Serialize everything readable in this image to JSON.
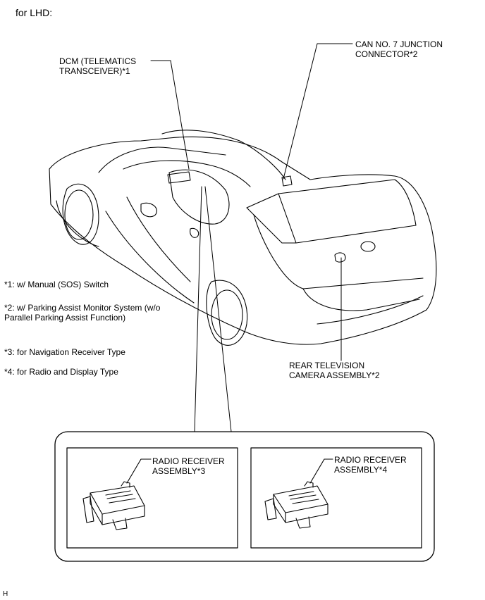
{
  "header": {
    "title": "for LHD:"
  },
  "callouts": {
    "dcm": "DCM (TELEMATICS\nTRANSCEIVER)*1",
    "can_connector": "CAN NO. 7 JUNCTION\nCONNECTOR*2",
    "rear_camera": "REAR TELEVISION\nCAMERA ASSEMBLY*2",
    "radio_nav": "RADIO RECEIVER\nASSEMBLY*3",
    "radio_display": "RADIO RECEIVER\nASSEMBLY*4"
  },
  "notes": [
    "*1: w/ Manual (SOS) Switch",
    "*2: w/ Parking Assist Monitor System (w/o\nParallel Parking Assist Function)",
    "*3: for Navigation Receiver Type",
    "*4: for Radio and Display Type"
  ],
  "footer": {
    "code": "H"
  }
}
